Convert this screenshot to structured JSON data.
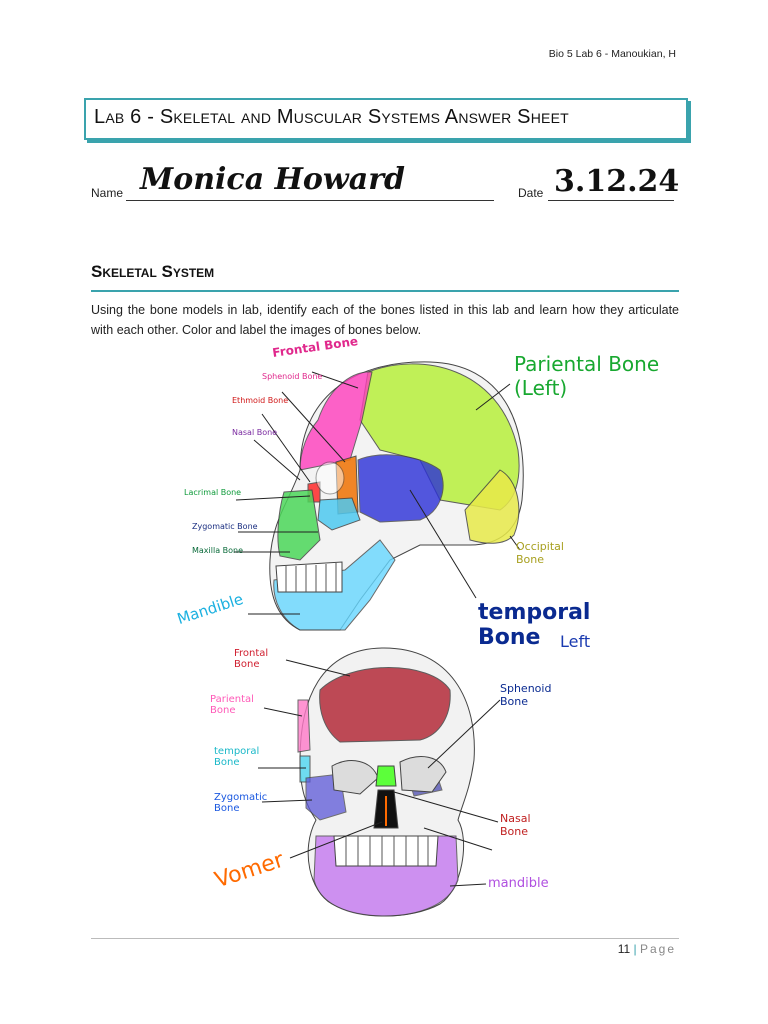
{
  "header": {
    "course": "Bio 5 Lab 6 - Manoukian, H"
  },
  "title": "Lab 6 - Skeletal and Muscular Systems Answer Sheet",
  "form": {
    "name_label": "Name",
    "name_value": "Monica Howard",
    "date_label": "Date",
    "date_value": "3.12.24"
  },
  "section": {
    "heading": "Skeletal System",
    "intro": "Using the bone models in lab, identify each of the bones listed in this lab and learn how they articulate with each other. Color and label the images of bones below."
  },
  "lateral_labels": {
    "frontal": "Frontal Bone",
    "sphenoid": "Sphenoid Bone",
    "ethmoid": "Ethmoid Bone",
    "nasal": "Nasal Bone",
    "lacrimal": "Lacrimal Bone",
    "zygomatic": "Zygomatic Bone",
    "maxilla": "Maxilla Bone",
    "mandible": "Mandible",
    "parietal": "Pariental Bone (Left)",
    "occipital": "Occipital Bone",
    "temporal": "temporal Bone",
    "temporal_left": "Left"
  },
  "anterior_labels": {
    "frontal": "Frontal Bone",
    "parietal": "Pariental Bone",
    "temporal": "temporal Bone",
    "zygomatic": "Zygomatic Bone",
    "vomer": "Vomer",
    "sphenoid": "Sphenoid Bone",
    "nasal": "Nasal Bone",
    "mandible": "mandible"
  },
  "footer": {
    "page_number": "11",
    "separator": "|",
    "page_word": "Page"
  },
  "colors": {
    "accent": "#3aa3ad",
    "frontal": "#ff3dbd",
    "parietal": "#b8f03c",
    "temporal": "#2a2fd8",
    "sphenoid": "#f07a10",
    "occipital": "#e8ea4a",
    "zygomatic": "#4ec9f0",
    "maxilla": "#4cd75a",
    "mandible": "#66d7ff",
    "vomer": "#ff6a00",
    "anterior_frontal": "#b42c3a",
    "anterior_mandible": "#c478f0"
  }
}
